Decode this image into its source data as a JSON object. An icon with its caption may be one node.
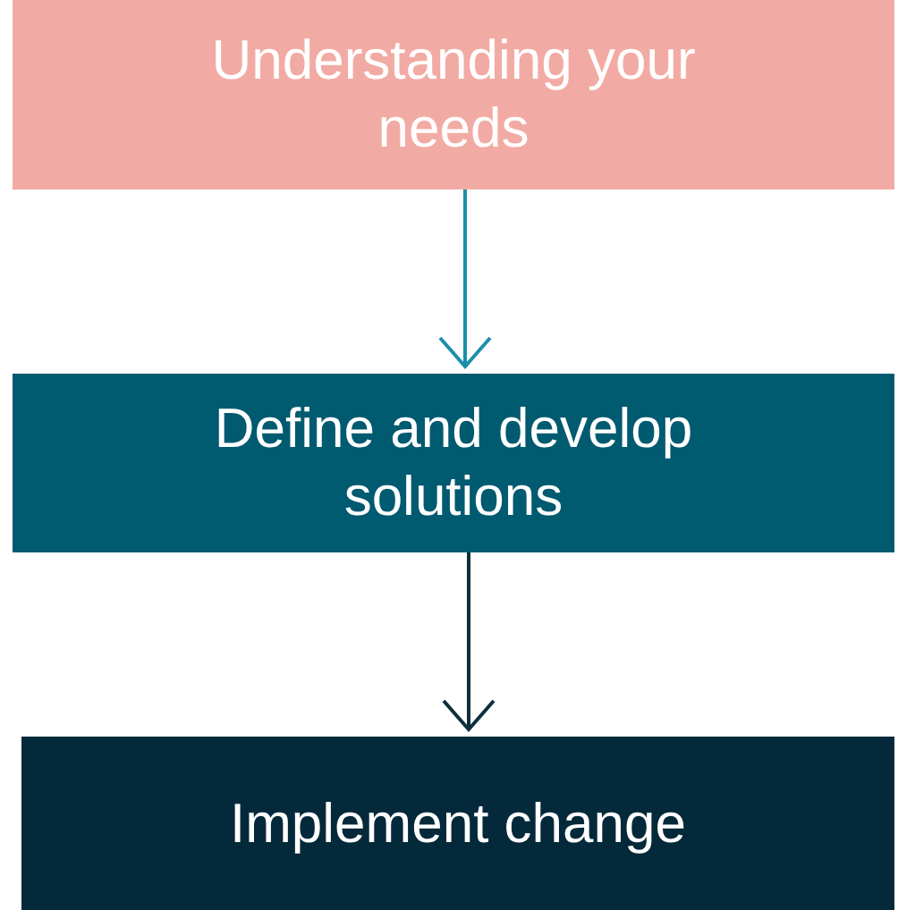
{
  "diagram": {
    "nodes": [
      {
        "text": [
          "Understanding your needs"
        ]
      },
      {
        "text": [
          "Define and develop solutions"
        ]
      },
      {
        "text": [
          "Implement change"
        ]
      }
    ],
    "edges": [
      {
        "from": 0,
        "to": 1,
        "arrow": "to",
        "color": "#1b8fa9"
      },
      {
        "from": 1,
        "to": 2,
        "arrow": "to",
        "color": "#0e2f3c"
      }
    ]
  }
}
